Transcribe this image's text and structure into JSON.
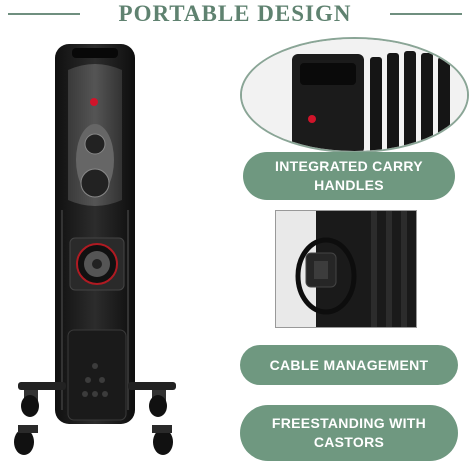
{
  "header": {
    "title": "PORTABLE DESIGN"
  },
  "features": [
    {
      "line1": "INTEGRATED CARRY",
      "line2": "HANDLES"
    },
    {
      "line1": "CABLE MANAGEMENT",
      "line2": ""
    },
    {
      "line1": "FREESTANDING WITH",
      "line2": "CASTORS"
    }
  ],
  "colors": {
    "accent_green": "#6f9880",
    "title_green": "#5f8270",
    "heater_body": "#1c1c1c",
    "indicator_red": "#d0142a"
  }
}
